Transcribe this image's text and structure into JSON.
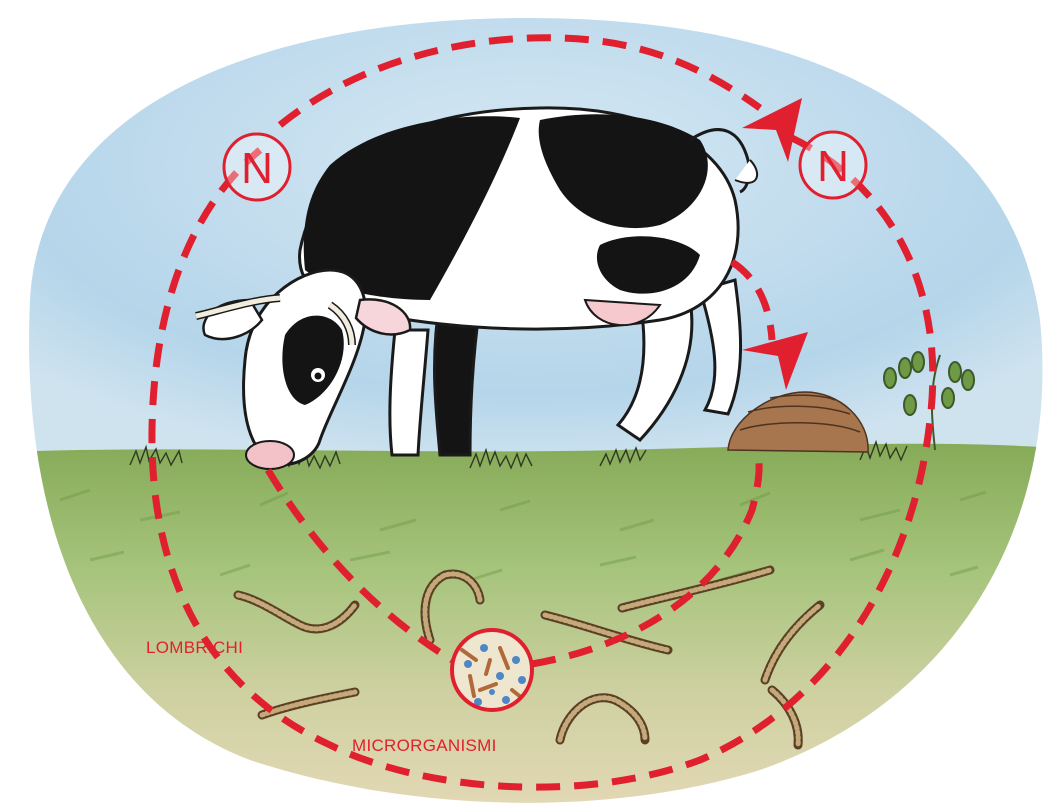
{
  "diagram": {
    "nitrogen_left": "N",
    "nitrogen_right": "N",
    "earthworms_label": "LOMBRICHI",
    "microorganisms_label": "MICRORGANISMI"
  },
  "colors": {
    "accent_red": "#e0202e",
    "sky": "#bcd9ec",
    "grass": "#8fb160",
    "soil": "#d2c9a3",
    "cow_black": "#141414",
    "dung": "#a7764e",
    "worm": "#9c7e55"
  }
}
